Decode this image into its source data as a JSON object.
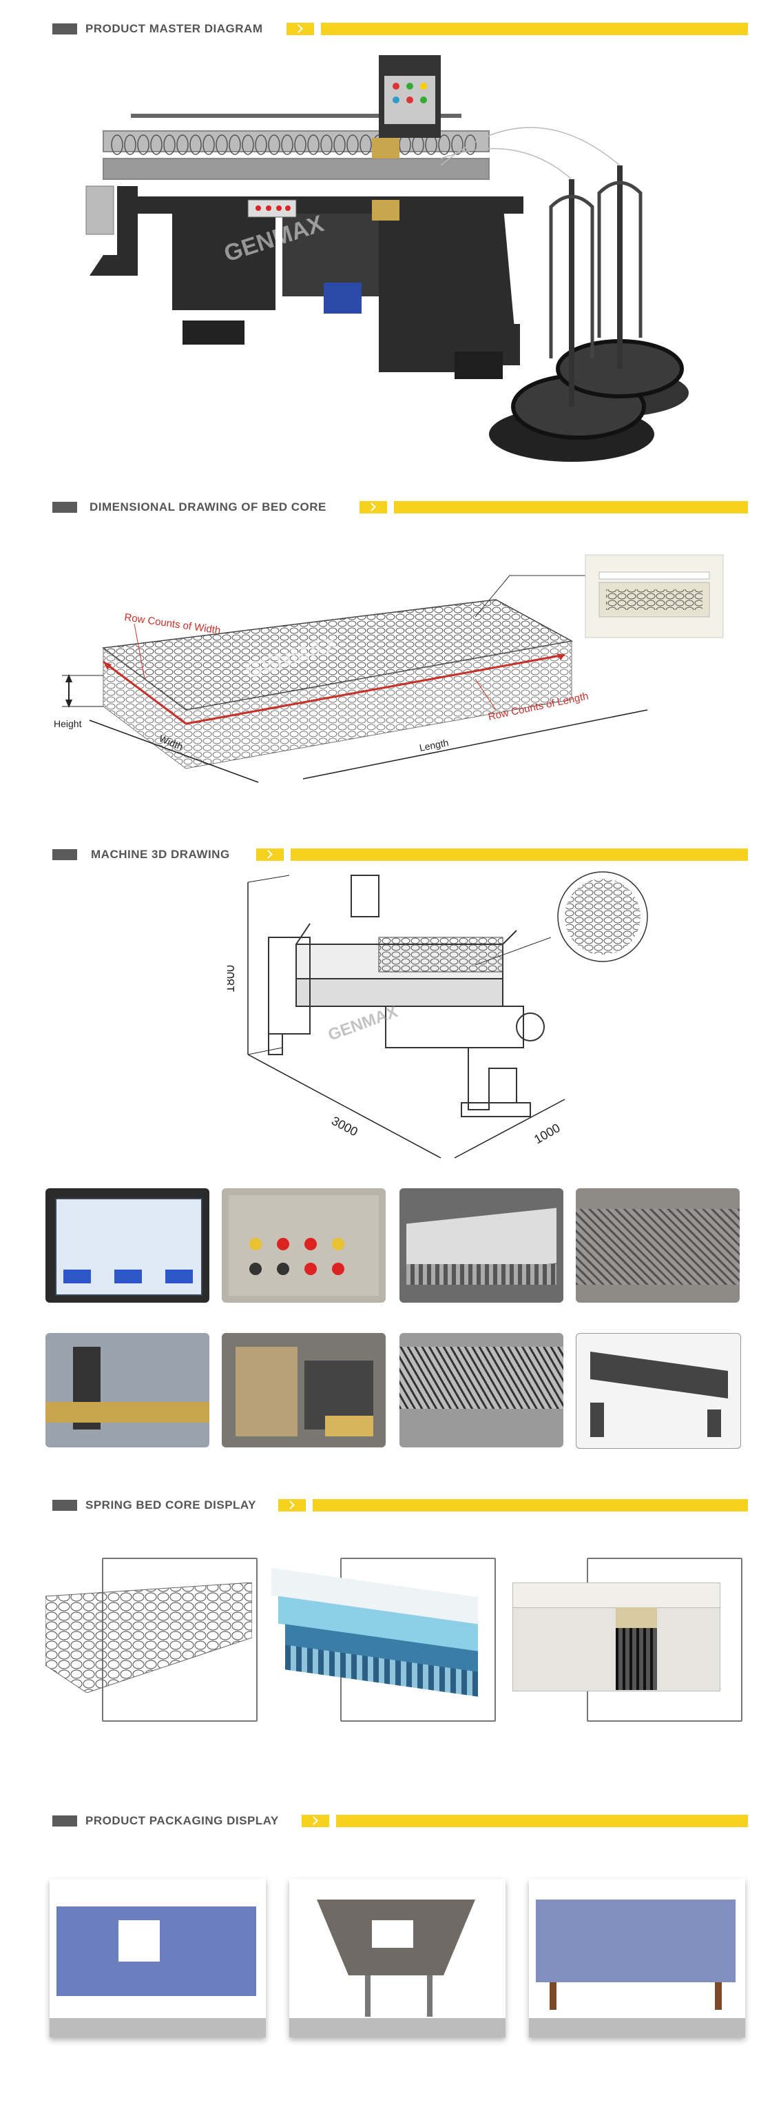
{
  "sections": {
    "master": {
      "title": "PRODUCT MASTER DIAGRAM"
    },
    "dimensional": {
      "title": "DIMENSIONAL DRAWING OF BED CORE"
    },
    "machine3d": {
      "title": "MACHINE 3D DRAWING"
    },
    "spring_display": {
      "title": "SPRING BED CORE DISPLAY"
    },
    "packaging": {
      "title": "PRODUCT PACKAGING DISPLAY"
    }
  },
  "bed_core": {
    "row_counts_width": "Row Counts of Width",
    "row_counts_length": "Row Counts of Length",
    "height": "Height",
    "width": "Width",
    "length": "Length"
  },
  "machine": {
    "dim_height": "1800",
    "dim_length": "3000",
    "dim_width": "1000"
  },
  "watermark": "GENMAX",
  "colors": {
    "accent_yellow": "#f6d11d",
    "header_gray": "#5a5a5a",
    "dim_red": "#c8302a"
  }
}
